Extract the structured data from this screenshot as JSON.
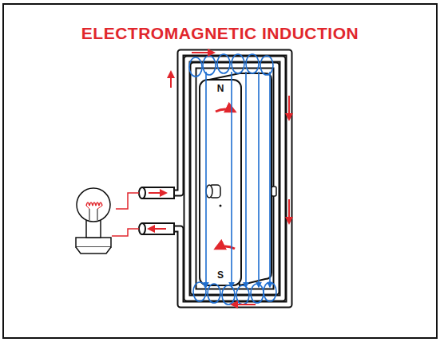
{
  "diagram": {
    "title": "ELECTROMAGNETIC INDUCTION",
    "labels": [
      "N",
      "S"
    ]
  }
}
